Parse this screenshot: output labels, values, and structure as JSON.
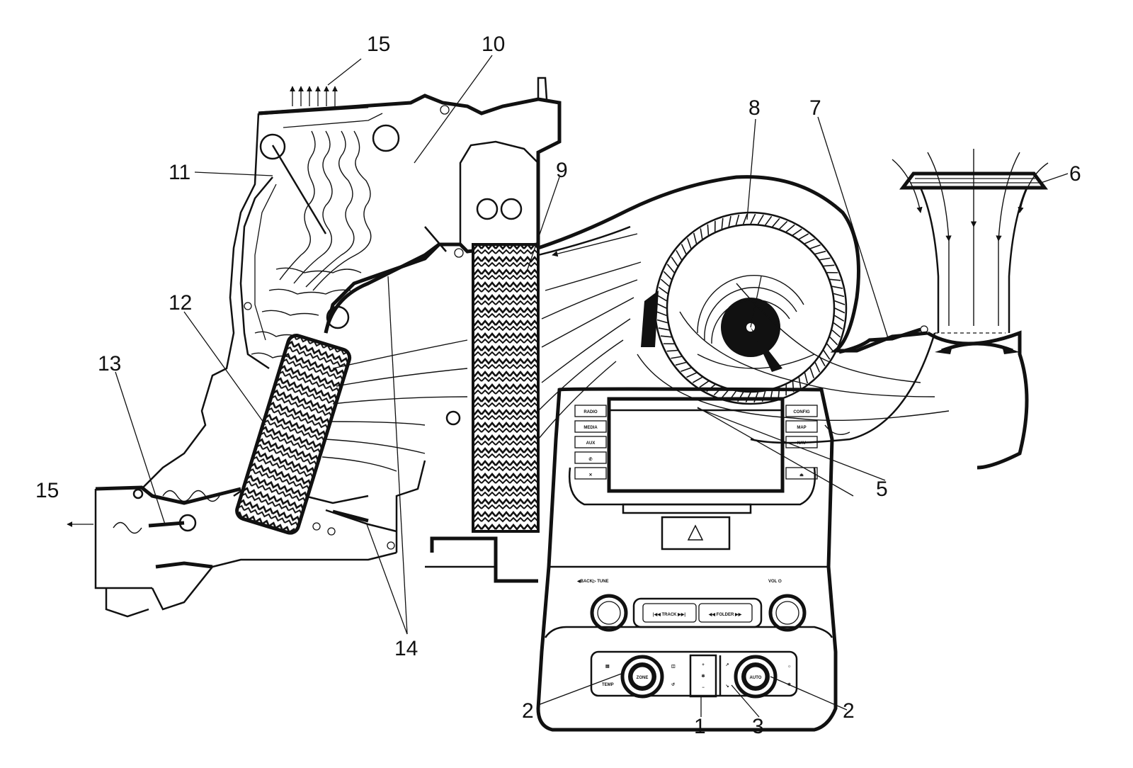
{
  "callouts": {
    "c15_top": "15",
    "c10": "10",
    "c11": "11",
    "c9": "9",
    "c8": "8",
    "c7": "7",
    "c6": "6",
    "c12": "12",
    "c13": "13",
    "c15_left": "15",
    "c5": "5",
    "c14": "14",
    "c2_left": "2",
    "c1": "1",
    "c3": "3",
    "c2_right": "2"
  },
  "radio_buttons": {
    "left": [
      "RADIO",
      "MEDIA",
      "AUX"
    ],
    "right": [
      "CONFIG",
      "MAP",
      "NAV"
    ]
  },
  "controls": {
    "tune_label": "◀BACK▷ TUNE",
    "vol_label": "VOL ⏻",
    "track_label": "|◀◀ TRACK ▶▶|",
    "folder_label": "◀◀ FOLDER ▶▶",
    "zone_label": "ZONE",
    "auto_label": "AUTO",
    "temp_label": "TEMP"
  },
  "colors": {
    "line": "#111111",
    "background": "#ffffff"
  }
}
